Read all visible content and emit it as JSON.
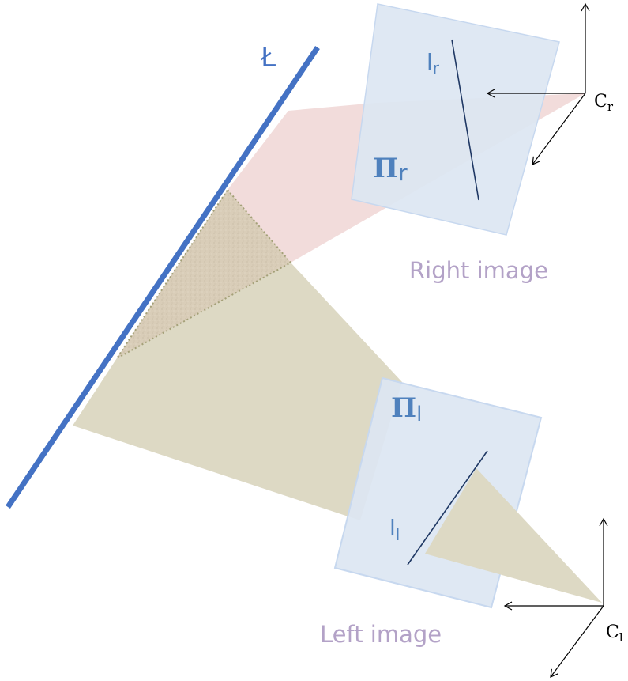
{
  "labels": {
    "line_3d": "Ł",
    "right_plane_symbol": "Π",
    "right_plane_sub": "r",
    "left_plane_symbol": "Π",
    "left_plane_sub": "l",
    "right_line_main": "l",
    "right_line_sub": "r",
    "left_line_main": "l",
    "left_line_sub": "l",
    "right_camera_main": "C",
    "right_camera_sub": "r",
    "left_camera_main": "C",
    "left_camera_sub": "l",
    "right_caption": "Right image",
    "left_caption": "Left image"
  },
  "colors": {
    "line_blue": "#4472c4",
    "image_plane_fill": "#dce6f2",
    "image_plane_stroke": "#c7d8ef",
    "right_cone": "#f2dcdb",
    "left_cone": "#ddd9c4",
    "overlap": "#d9cdb8",
    "overlap_border": "#a4a078",
    "caption": "#b3a2c7",
    "axis": "#000000",
    "plane_label": "#4f81bd",
    "line_label": "#4f81bd"
  }
}
